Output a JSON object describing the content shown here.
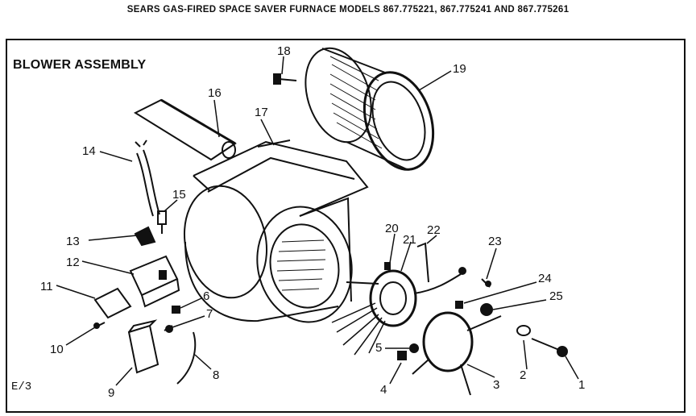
{
  "header": "SEARS GAS-FIRED SPACE SAVER FURNACE MODELS 867.775221, 867.775241 AND 867.775261",
  "section_title": "BLOWER ASSEMBLY",
  "ref_code": "E/3",
  "callouts": [
    "1",
    "2",
    "3",
    "4",
    "5",
    "6",
    "7",
    "8",
    "9",
    "10",
    "11",
    "12",
    "13",
    "14",
    "15",
    "16",
    "17",
    "18",
    "19",
    "20",
    "21",
    "22",
    "23",
    "24",
    "25"
  ]
}
